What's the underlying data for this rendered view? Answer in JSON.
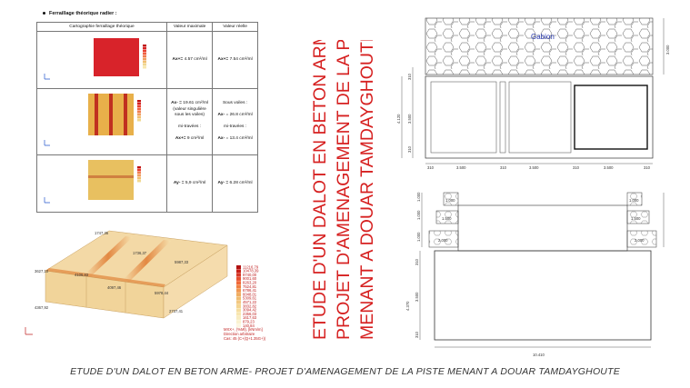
{
  "heading": "Ferraillage théorique radier :",
  "table": {
    "headers": [
      "Cartographie ferraillage théorique",
      "Valeur maximale",
      "Valeur réelle"
    ],
    "rows": [
      {
        "max_lines": [
          {
            "b": "Ax+=",
            "t": " 4.57  cm²/ml"
          }
        ],
        "real_lines": [
          {
            "b": "Ax+=",
            "t": " 7.54  cm²/ml"
          }
        ],
        "map_color": "#d8232a"
      },
      {
        "max_lines": [
          {
            "b": "Ax- =",
            "t": " 19.61 cm²/ml"
          },
          {
            "b": "",
            "t": "(valeur singulière"
          },
          {
            "b": "",
            "t": "sous les voiles)"
          },
          {
            "b": "",
            "t": ""
          },
          {
            "b": "",
            "t": "mi-travées :"
          },
          {
            "b": "",
            "t": ""
          },
          {
            "b": "Ax+=",
            "t": " 9  cm²/ml"
          }
        ],
        "real_lines": [
          {
            "b": "",
            "t": "Sous voiles :"
          },
          {
            "b": "",
            "t": ""
          },
          {
            "b": "Ax-",
            "t": " = 26.8 cm²/ml"
          },
          {
            "b": "",
            "t": ""
          },
          {
            "b": "",
            "t": "mi-travées :"
          },
          {
            "b": "",
            "t": ""
          },
          {
            "b": "Ax-",
            "t": " = 13.4 cm²/ml"
          }
        ],
        "map_color": "#e8b04a"
      },
      {
        "max_lines": [
          {
            "b": "Ay- =",
            "t": " 5,9 cm²/ml"
          }
        ],
        "real_lines": [
          {
            "b": "Ay- =",
            "t": " 6.28 cm²/ml"
          }
        ],
        "map_color": "#e8c060"
      }
    ]
  },
  "model3d": {
    "labels": [
      "1747,36",
      "3627,10",
      "4106,83",
      "1736,37",
      "5987,33",
      "5978,44",
      "4097,46",
      "4367,92",
      "2737,41"
    ],
    "legend_values": [
      "11216,79",
      "10478,39",
      "9740,00",
      "9001,60",
      "8263,20",
      "7524,81",
      "6786,41",
      "6048,01",
      "5309,61",
      "4571,22",
      "3832,82",
      "3094,42",
      "2356,03",
      "1617,63",
      "879,23",
      "140,84"
    ],
    "legend_caption": [
      "MXX+, (%Ml), [kNm/m]",
      "Direction arbitraire",
      "Cas: 45 (C+(Q+1.35G+))"
    ]
  },
  "vertical_title": [
    "ETUDE D'UN DALOT EN BETON ARME-",
    "PROJET D'AMENAGEMENT DE LA PISTE",
    "MENANT A DOUAR TAMDAYGHOUTE"
  ],
  "drawing_top": {
    "gabion_label": "Gabion",
    "dims_bottom": [
      "310",
      "3.500",
      "310",
      "3.500",
      "310",
      "3.500",
      "310"
    ],
    "dims_left": [
      "310",
      "4.120",
      "3.500",
      "310"
    ],
    "dim_right": "3.000"
  },
  "drawing_bottom": {
    "dims_boxes_left": [
      "1.000",
      "1.500",
      "2.000"
    ],
    "dims_boxes_right": [
      "1.000",
      "1.500",
      "2.000"
    ],
    "dims_left": [
      "1.000",
      "1.000",
      "1.000"
    ],
    "dims_left_lower": [
      "310",
      "4.370",
      "3.500",
      "310"
    ],
    "dim_bottom": "10.410"
  },
  "caption": "ETUDE D'UN DALOT  EN BETON ARME- PROJET  D'AMENAGEMENT DE LA PISTE MENANT A DOUAR TAMDAYGHOUTE"
}
